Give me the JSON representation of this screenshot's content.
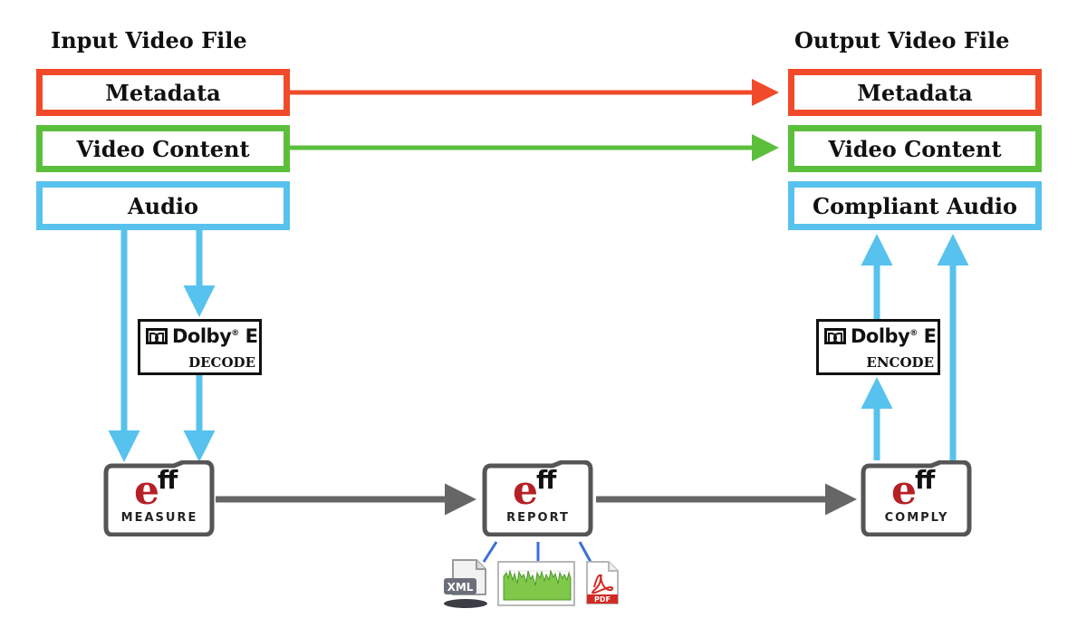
{
  "input": {
    "heading": "Input Video File",
    "metadata": "Metadata",
    "video": "Video Content",
    "audio": "Audio"
  },
  "output": {
    "heading": "Output Video File",
    "metadata": "Metadata",
    "video": "Video Content",
    "audio": "Compliant Audio"
  },
  "dolby": {
    "brand": "Dolby",
    "mark": "E",
    "decode": "DECODE",
    "encode": "ENCODE"
  },
  "eff": {
    "e": "e",
    "ff": "ff",
    "measure": "MEASURE",
    "report": "REPORT",
    "comply": "COMPLY"
  },
  "report_outputs": {
    "xml": "XML",
    "pdf": "PDF"
  },
  "colors": {
    "metadata": "#f04a2a",
    "video": "#5bbf3c",
    "audio": "#57c2ee",
    "flow": "#666666",
    "report_link": "#3a6fd8",
    "eff_e": "#b52025"
  }
}
